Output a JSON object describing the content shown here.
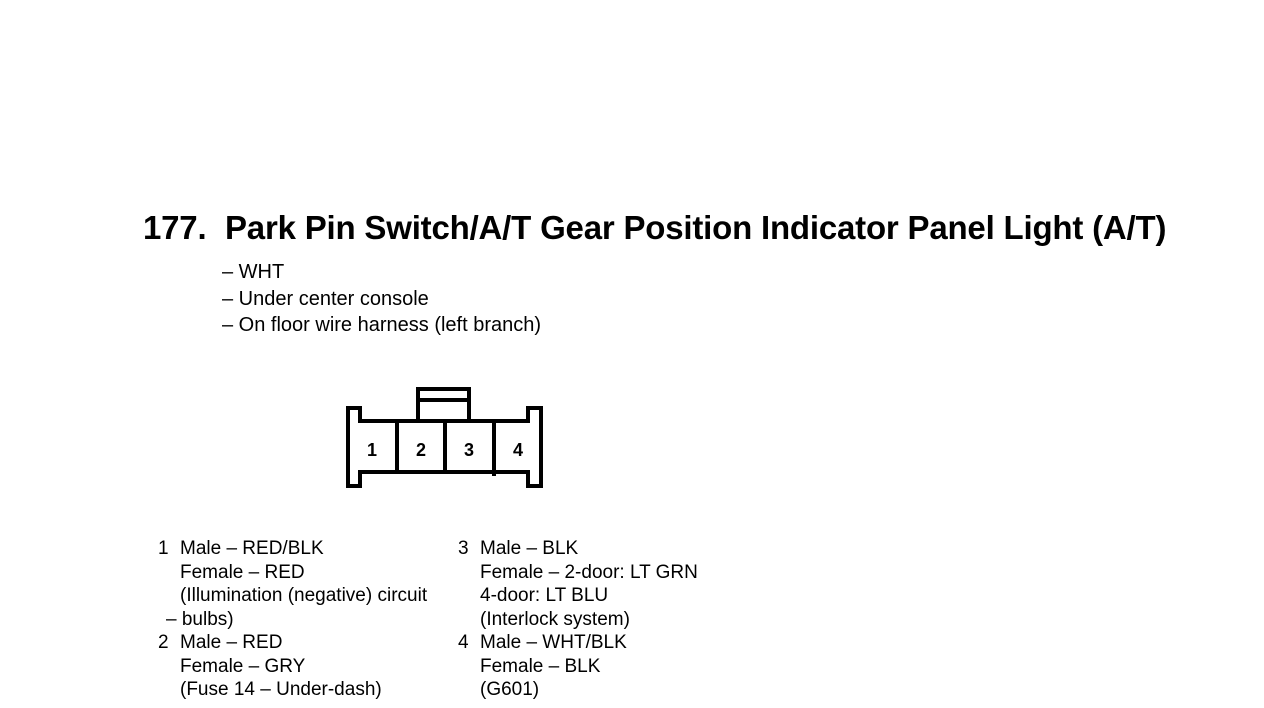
{
  "heading": {
    "number": "177.",
    "title": "Park Pin Switch/A/T Gear Position Indicator Panel Light (A/T)"
  },
  "notes": [
    "– WHT",
    "– Under center console",
    "– On floor wire harness (left branch)"
  ],
  "connector": {
    "pin_labels": [
      "1",
      "2",
      "3",
      "4"
    ]
  },
  "pins": {
    "col1": [
      {
        "num": "1",
        "lines": [
          "Male – RED/BLK",
          "Female – RED",
          "(Illumination (negative) circuit",
          "– bulbs)"
        ]
      },
      {
        "num": "2",
        "lines": [
          "Male – RED",
          "Female – GRY",
          "(Fuse 14 – Under-dash)"
        ]
      }
    ],
    "col2": [
      {
        "num": "3",
        "lines": [
          "Male – BLK",
          "Female – 2-door: LT GRN",
          "4-door: LT BLU",
          "(Interlock system)"
        ]
      },
      {
        "num": "4",
        "lines": [
          "Male – WHT/BLK",
          "Female – BLK",
          "(G601)"
        ]
      }
    ]
  }
}
